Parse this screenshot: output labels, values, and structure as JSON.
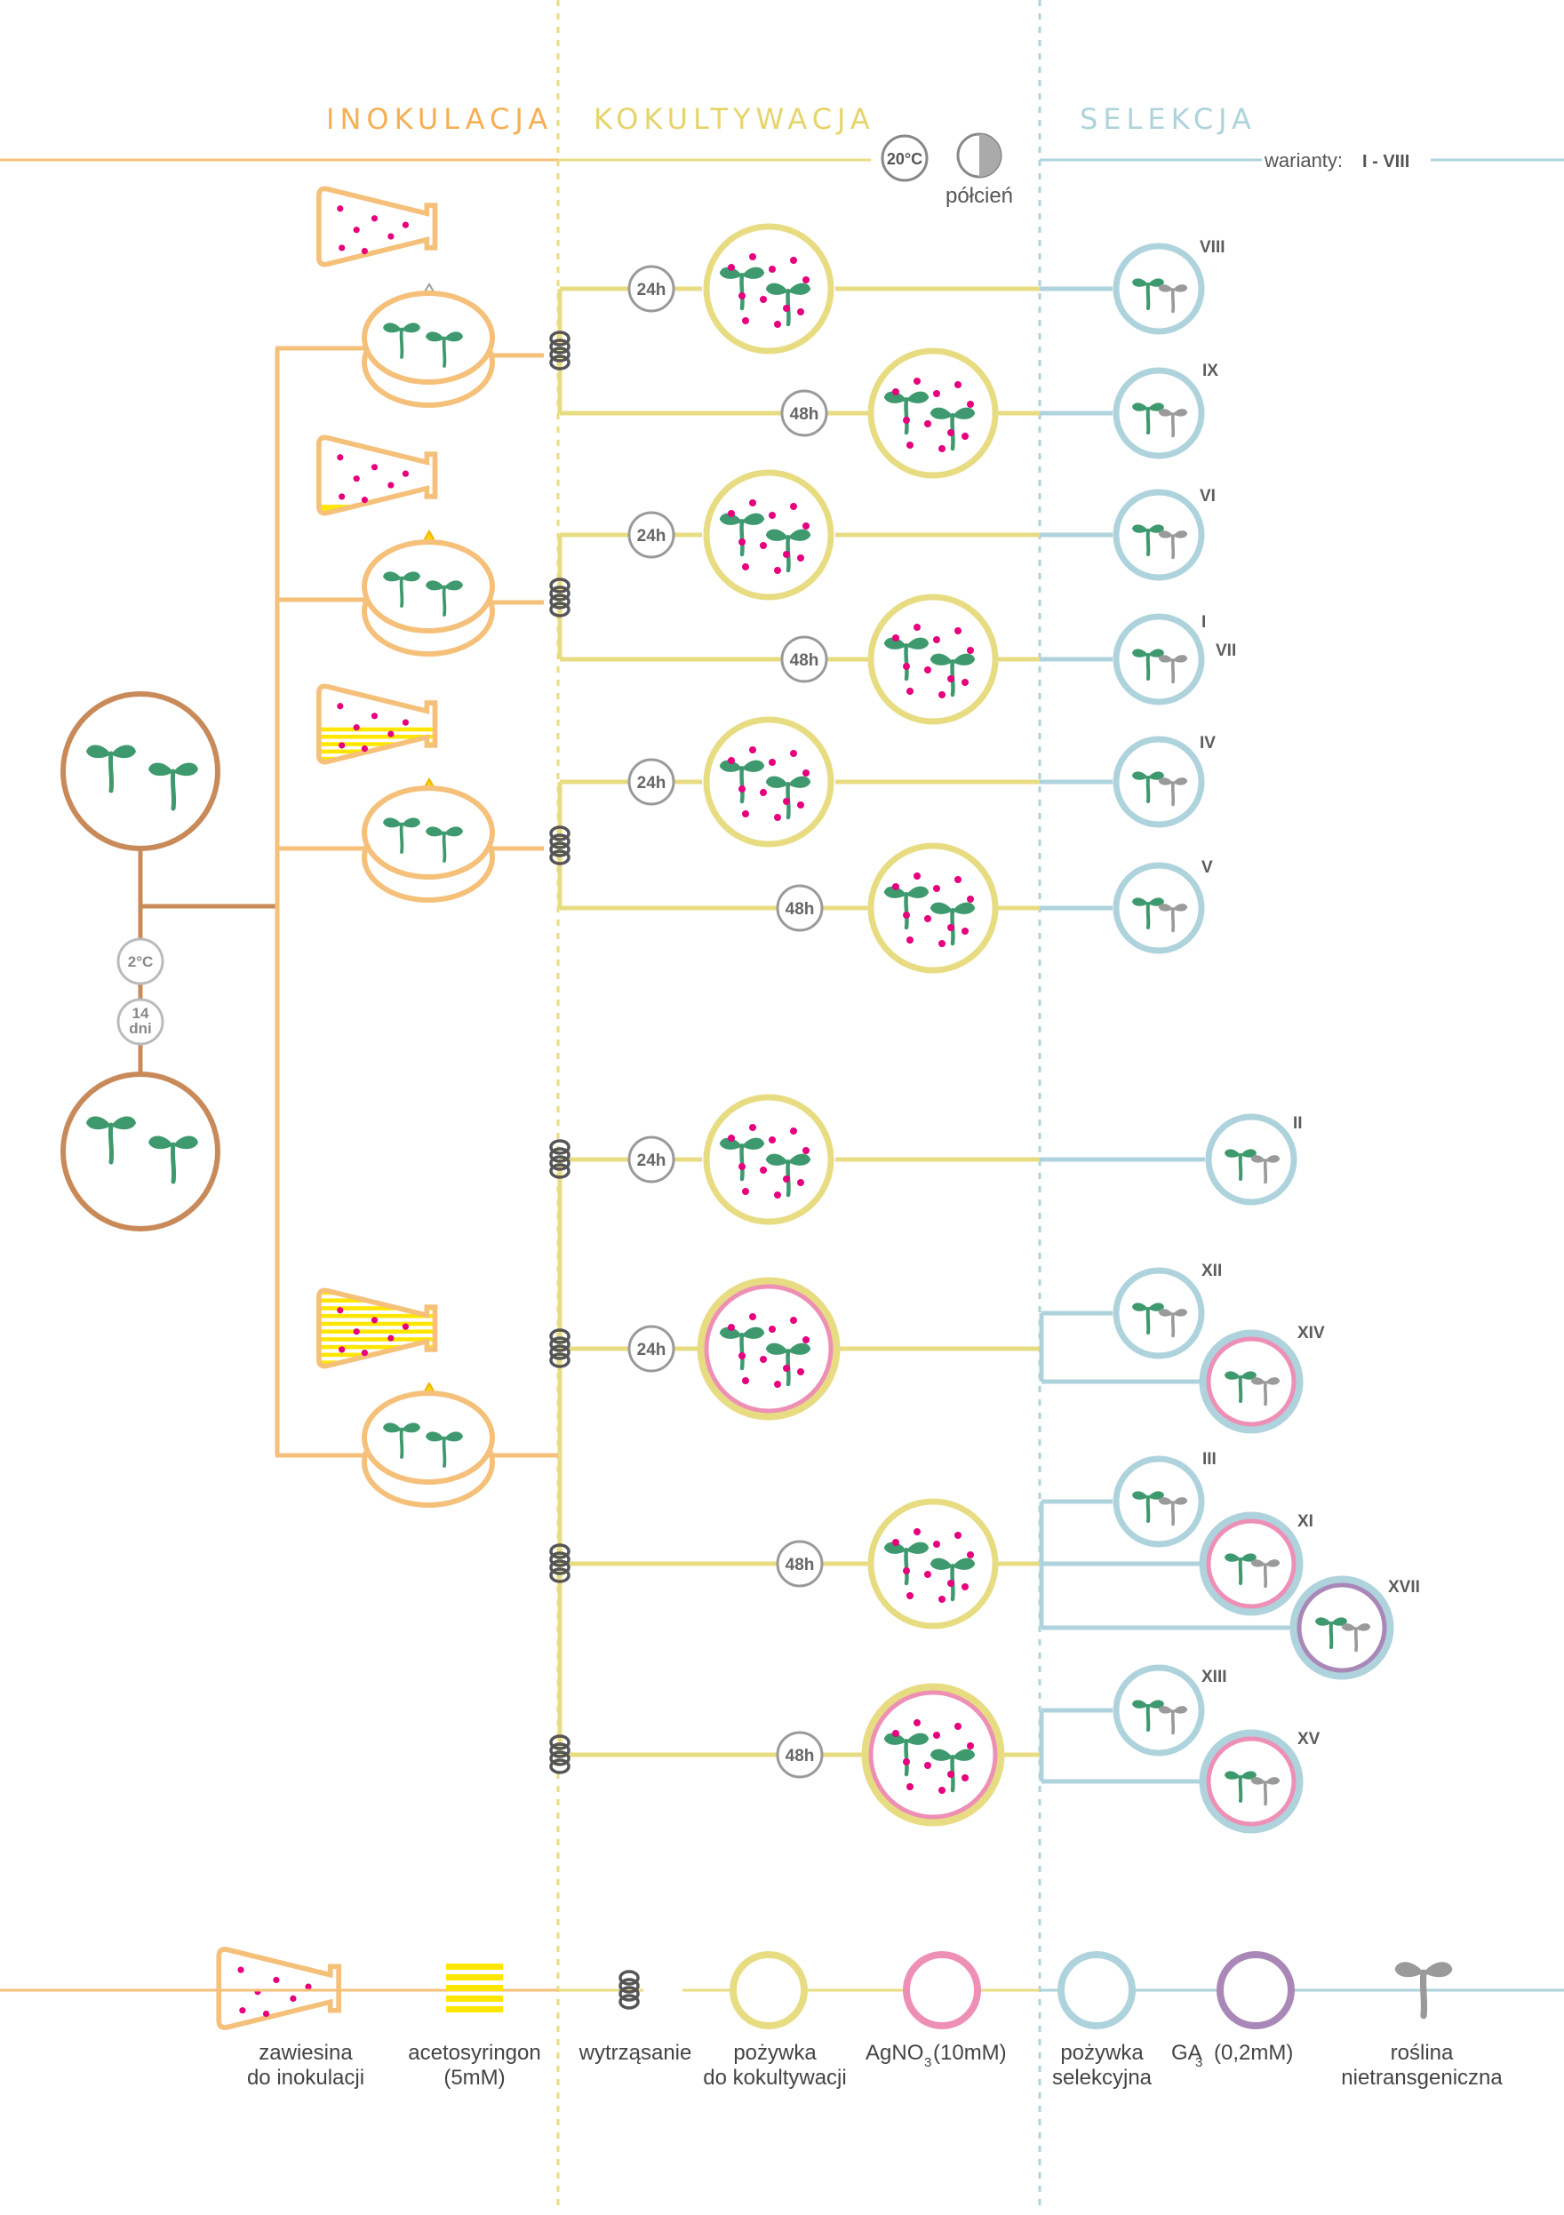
{
  "phases": {
    "inoculation": "INOKULACJA",
    "cocultivation": "KOKULTYWACJA",
    "selection": "SELEKCJA"
  },
  "header": {
    "temperature": "20°C",
    "light_label": "półcień",
    "variants_prefix": "warianty:",
    "variants_range": "I - VIII"
  },
  "cold": {
    "temperature": "2°C",
    "days_number": "14",
    "days_unit": "dni"
  },
  "times": {
    "h24": "24h",
    "h48": "48h"
  },
  "variants": {
    "viii": "VIII",
    "ix": "IX",
    "vi": "VI",
    "i": "I",
    "vii": "VII",
    "iv": "IV",
    "v": "V",
    "ii": "II",
    "xii": "XII",
    "xiv": "XIV",
    "iii": "III",
    "xi": "XI",
    "xvii": "XVII",
    "xiii": "XIII",
    "xv": "XV"
  },
  "legend": {
    "suspension_1": "zawiesina",
    "suspension_2": "do inokulacji",
    "aceto_1": "acetosyringon",
    "aceto_2": "(5mM)",
    "shaking": "wytrząsanie",
    "cocult_1": "pożywka",
    "cocult_2": "do kokultywacji",
    "agno3_name": "AgNO",
    "agno3_sub": "3",
    "agno3_conc": "(10mM)",
    "selective_1": "pożywka",
    "selective_2": "selekcyjna",
    "ga_name": "GA",
    "ga_sub": "3",
    "ga_conc": "(0,2mM)",
    "plant_1": "roślina",
    "plant_2": "nietransgeniczna"
  },
  "colors": {
    "inoculation": "#f5c07a",
    "cocultivation": "#e8dc82",
    "selection": "#aed3dc",
    "seed_dish": "#c98a5a",
    "plant_green": "#3e9a6e",
    "plant_gray": "#9a9a9a",
    "agno3": "#ee8fb6",
    "ga3": "#a988b8",
    "acetosyringone": "#ffe600",
    "bacteria_dot": "#e6007e"
  }
}
